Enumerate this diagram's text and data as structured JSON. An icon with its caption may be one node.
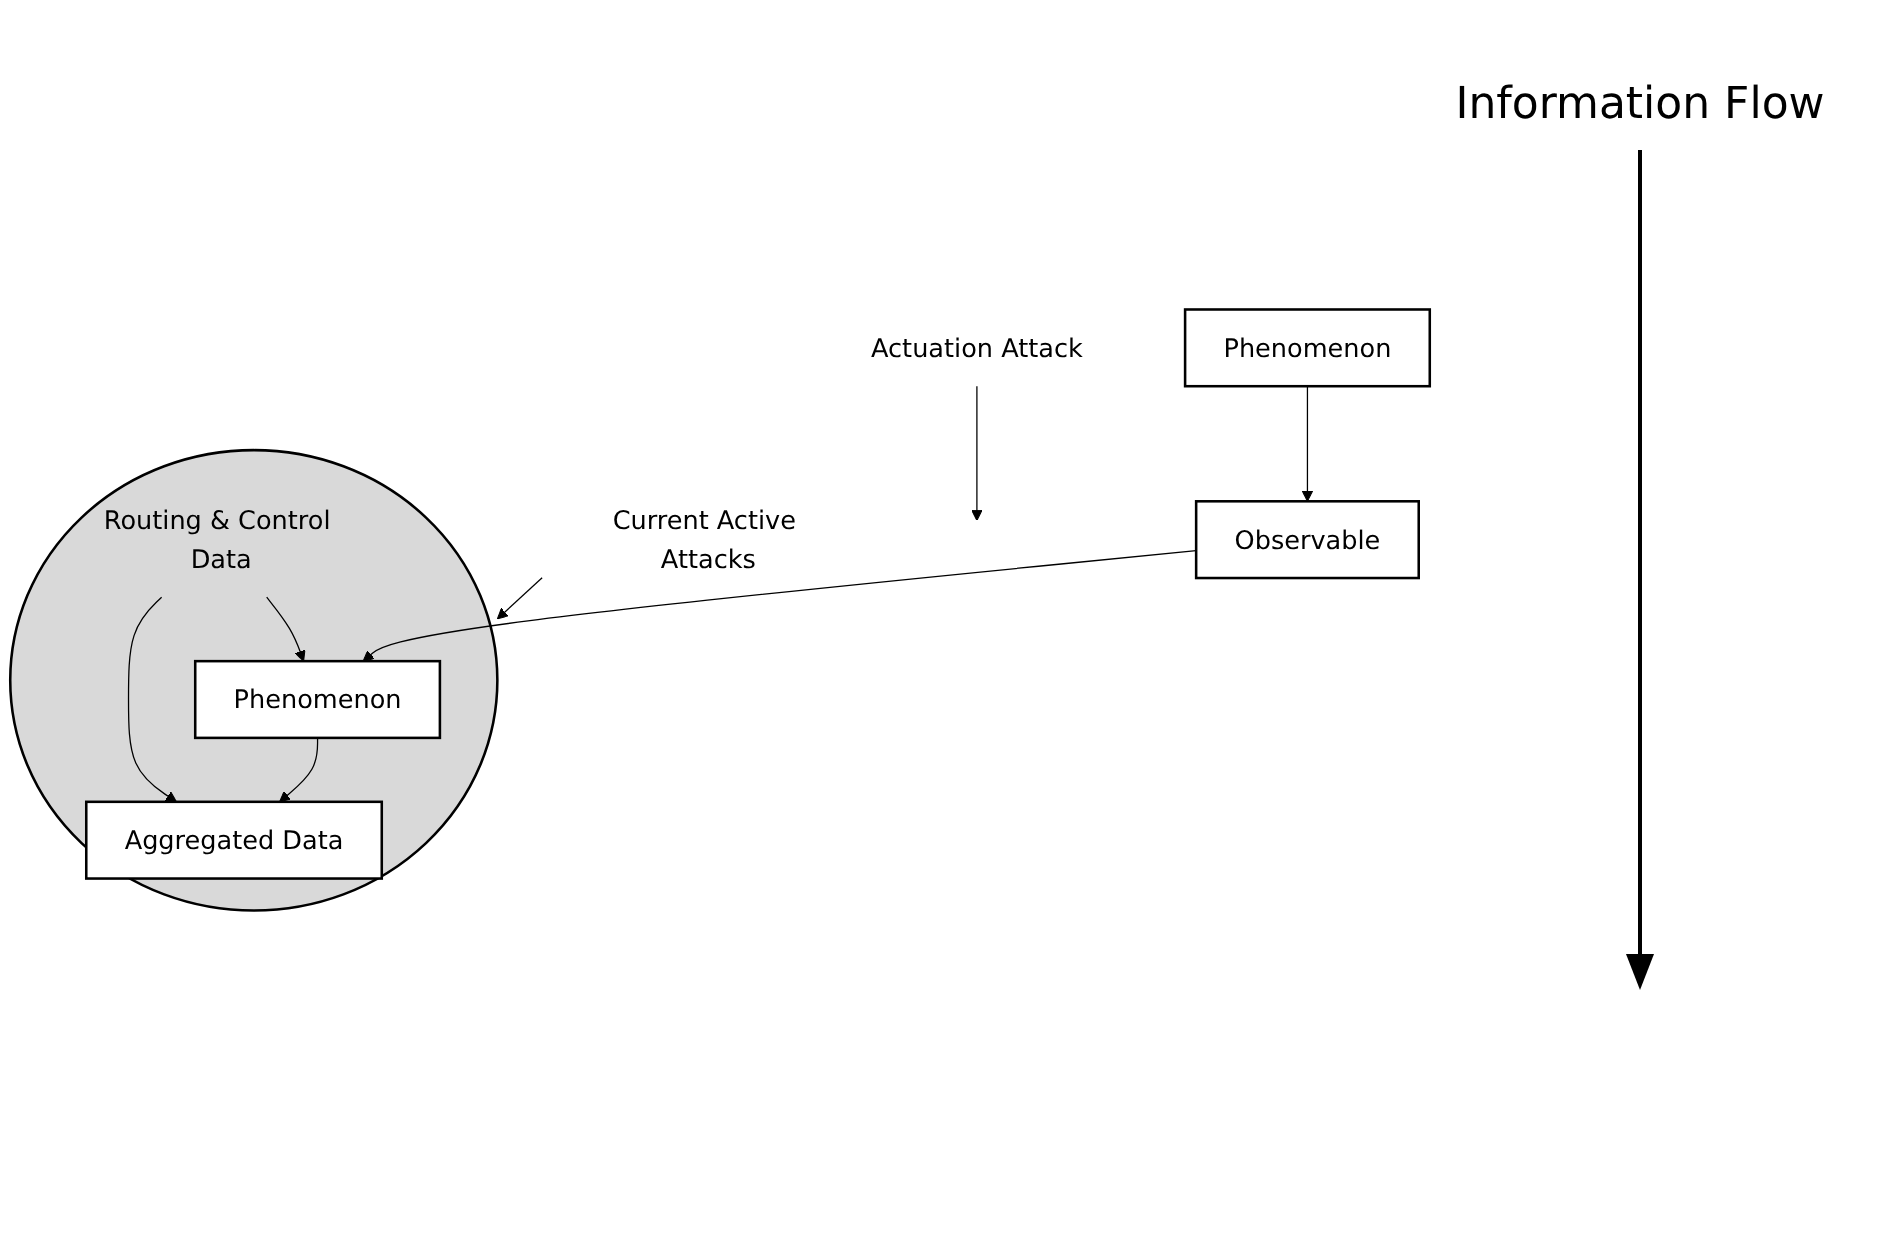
{
  "diagram": {
    "nodes": [
      {
        "text": [
          "Phenomenon"
        ]
      },
      {
        "text": [
          "Actuation Attack"
        ]
      },
      {
        "text": [
          "Observable"
        ]
      },
      {
        "text": [
          "Current Active Attacks"
        ]
      },
      {
        "text": [],
        "shape": "ellipse"
      },
      {
        "text": [
          "Phenomenon"
        ],
        "in": 4
      },
      {
        "text": [
          "Routing & Control Data"
        ],
        "in": 4
      },
      {
        "text": [
          "Aggregated Data"
        ],
        "in": 4
      }
    ],
    "edges": [
      {
        "from": 0,
        "to": 2,
        "arrow": "to"
      },
      {
        "from": 1,
        "to": null,
        "arrow": "to"
      },
      {
        "from": 2,
        "to": 5,
        "arrow": "to"
      },
      {
        "from": 3,
        "to": 4,
        "arrow": "to"
      },
      {
        "from": 6,
        "to": 5,
        "arrow": "to"
      },
      {
        "from": 6,
        "to": 7,
        "arrow": "to"
      },
      {
        "from": 5,
        "to": 7,
        "arrow": "to"
      }
    ],
    "labels": [
      "Information Flow"
    ]
  }
}
